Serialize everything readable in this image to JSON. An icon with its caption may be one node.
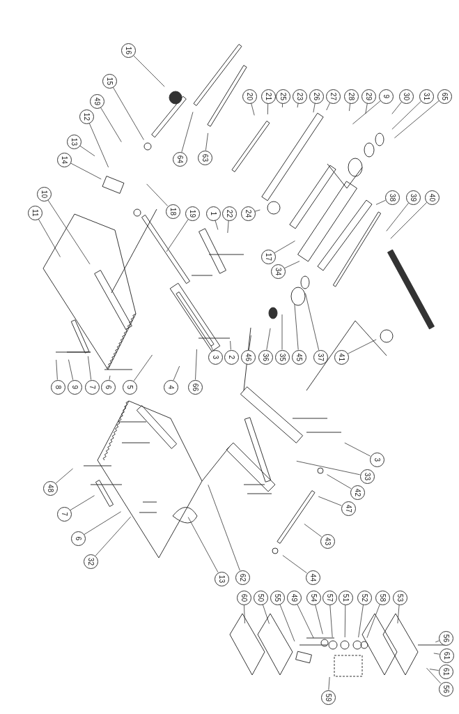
{
  "diagram": {
    "nodes": [
      {
        "text": [
          "16"
        ]
      },
      {
        "text": [
          "15"
        ]
      },
      {
        "text": [
          "49"
        ]
      },
      {
        "text": [
          "12"
        ]
      },
      {
        "text": [
          "13"
        ]
      },
      {
        "text": [
          "14"
        ]
      },
      {
        "text": [
          "10"
        ]
      },
      {
        "text": [
          "11"
        ]
      },
      {
        "text": [
          "64"
        ]
      },
      {
        "text": [
          "63"
        ]
      },
      {
        "text": [
          "18"
        ]
      },
      {
        "text": [
          "19"
        ]
      },
      {
        "text": [
          "1"
        ]
      },
      {
        "text": [
          "22"
        ]
      },
      {
        "text": [
          "20"
        ]
      },
      {
        "text": [
          "21"
        ]
      },
      {
        "text": [
          "25"
        ]
      },
      {
        "text": [
          "23"
        ]
      },
      {
        "text": [
          "26"
        ]
      },
      {
        "text": [
          "27"
        ]
      },
      {
        "text": [
          "28"
        ]
      },
      {
        "text": [
          "29"
        ]
      },
      {
        "text": [
          "9"
        ]
      },
      {
        "text": [
          "30"
        ]
      },
      {
        "text": [
          "31"
        ]
      },
      {
        "text": [
          "65"
        ]
      },
      {
        "text": [
          "24"
        ]
      },
      {
        "text": [
          "17"
        ]
      },
      {
        "text": [
          "34"
        ]
      },
      {
        "text": [
          "38"
        ]
      },
      {
        "text": [
          "39"
        ]
      },
      {
        "text": [
          "40"
        ]
      },
      {
        "text": [
          "3"
        ]
      },
      {
        "text": [
          "2"
        ]
      },
      {
        "text": [
          "46"
        ]
      },
      {
        "text": [
          "36"
        ]
      },
      {
        "text": [
          "35"
        ]
      },
      {
        "text": [
          "45"
        ]
      },
      {
        "text": [
          "37"
        ]
      },
      {
        "text": [
          "41"
        ]
      },
      {
        "text": [
          "8"
        ]
      },
      {
        "text": [
          "9"
        ]
      },
      {
        "text": [
          "7"
        ]
      },
      {
        "text": [
          "6"
        ]
      },
      {
        "text": [
          "5"
        ]
      },
      {
        "text": [
          "4"
        ]
      },
      {
        "text": [
          "66"
        ]
      },
      {
        "text": [
          "48"
        ]
      },
      {
        "text": [
          "7"
        ]
      },
      {
        "text": [
          "6"
        ]
      },
      {
        "text": [
          "32"
        ]
      },
      {
        "text": [
          "13"
        ]
      },
      {
        "text": [
          "62"
        ]
      },
      {
        "text": [
          "3"
        ]
      },
      {
        "text": [
          "33"
        ]
      },
      {
        "text": [
          "42"
        ]
      },
      {
        "text": [
          "47"
        ]
      },
      {
        "text": [
          "43"
        ]
      },
      {
        "text": [
          "44"
        ]
      },
      {
        "text": [
          "60"
        ]
      },
      {
        "text": [
          "50"
        ]
      },
      {
        "text": [
          "55"
        ]
      },
      {
        "text": [
          "49"
        ]
      },
      {
        "text": [
          "54"
        ]
      },
      {
        "text": [
          "57"
        ]
      },
      {
        "text": [
          "51"
        ]
      },
      {
        "text": [
          "52"
        ]
      },
      {
        "text": [
          "58"
        ]
      },
      {
        "text": [
          "53"
        ]
      },
      {
        "text": [
          "56"
        ]
      },
      {
        "text": [
          "61"
        ]
      },
      {
        "text": [
          "61"
        ]
      },
      {
        "text": [
          "56"
        ]
      },
      {
        "text": [
          "59"
        ]
      }
    ],
    "edges": [
      {
        "from": 0,
        "to": null,
        "arrow": "none"
      },
      {
        "from": 1,
        "to": null,
        "arrow": "none"
      },
      {
        "from": 2,
        "to": null,
        "arrow": "none"
      },
      {
        "from": 3,
        "to": null,
        "arrow": "none"
      },
      {
        "from": 4,
        "to": null,
        "arrow": "none"
      },
      {
        "from": 5,
        "to": null,
        "arrow": "none"
      },
      {
        "from": 6,
        "to": null,
        "arrow": "none"
      },
      {
        "from": 7,
        "to": null,
        "arrow": "none"
      },
      {
        "from": 8,
        "to": null,
        "arrow": "none"
      },
      {
        "from": 9,
        "to": null,
        "arrow": "none"
      },
      {
        "from": 10,
        "to": null,
        "arrow": "none"
      },
      {
        "from": 11,
        "to": null,
        "arrow": "none"
      },
      {
        "from": 12,
        "to": null,
        "arrow": "none"
      },
      {
        "from": 13,
        "to": null,
        "arrow": "none"
      },
      {
        "from": 14,
        "to": null,
        "arrow": "none"
      },
      {
        "from": 15,
        "to": null,
        "arrow": "none"
      },
      {
        "from": 16,
        "to": null,
        "arrow": "none"
      },
      {
        "from": 17,
        "to": null,
        "arrow": "none"
      },
      {
        "from": 18,
        "to": null,
        "arrow": "none"
      },
      {
        "from": 19,
        "to": null,
        "arrow": "none"
      },
      {
        "from": 20,
        "to": null,
        "arrow": "none"
      },
      {
        "from": 21,
        "to": null,
        "arrow": "none"
      },
      {
        "from": 22,
        "to": null,
        "arrow": "none"
      },
      {
        "from": 23,
        "to": null,
        "arrow": "none"
      },
      {
        "from": 24,
        "to": null,
        "arrow": "none"
      },
      {
        "from": 25,
        "to": null,
        "arrow": "none"
      },
      {
        "from": 26,
        "to": null,
        "arrow": "none"
      },
      {
        "from": 27,
        "to": null,
        "arrow": "none"
      },
      {
        "from": 28,
        "to": null,
        "arrow": "none"
      },
      {
        "from": 29,
        "to": null,
        "arrow": "none"
      },
      {
        "from": 30,
        "to": null,
        "arrow": "none"
      },
      {
        "from": 31,
        "to": null,
        "arrow": "none"
      },
      {
        "from": 32,
        "to": null,
        "arrow": "none"
      },
      {
        "from": 33,
        "to": null,
        "arrow": "none"
      },
      {
        "from": 34,
        "to": null,
        "arrow": "none"
      },
      {
        "from": 35,
        "to": null,
        "arrow": "none"
      },
      {
        "from": 36,
        "to": null,
        "arrow": "none"
      },
      {
        "from": 37,
        "to": null,
        "arrow": "none"
      },
      {
        "from": 38,
        "to": null,
        "arrow": "none"
      },
      {
        "from": 39,
        "to": null,
        "arrow": "none"
      },
      {
        "from": 40,
        "to": null,
        "arrow": "none"
      },
      {
        "from": 41,
        "to": null,
        "arrow": "none"
      },
      {
        "from": 42,
        "to": null,
        "arrow": "none"
      },
      {
        "from": 43,
        "to": null,
        "arrow": "none"
      },
      {
        "from": 44,
        "to": null,
        "arrow": "none"
      },
      {
        "from": 45,
        "to": null,
        "arrow": "none"
      },
      {
        "from": 46,
        "to": null,
        "arrow": "none"
      },
      {
        "from": 47,
        "to": null,
        "arrow": "none"
      },
      {
        "from": 48,
        "to": null,
        "arrow": "none"
      },
      {
        "from": 49,
        "to": null,
        "arrow": "none"
      },
      {
        "from": 50,
        "to": null,
        "arrow": "none"
      },
      {
        "from": 51,
        "to": null,
        "arrow": "none"
      },
      {
        "from": 52,
        "to": null,
        "arrow": "none"
      },
      {
        "from": 53,
        "to": null,
        "arrow": "none"
      },
      {
        "from": 54,
        "to": null,
        "arrow": "none"
      },
      {
        "from": 55,
        "to": null,
        "arrow": "none"
      },
      {
        "from": 56,
        "to": null,
        "arrow": "none"
      },
      {
        "from": 57,
        "to": null,
        "arrow": "none"
      },
      {
        "from": 58,
        "to": null,
        "arrow": "none"
      },
      {
        "from": 59,
        "to": null,
        "arrow": "none"
      },
      {
        "from": 60,
        "to": null,
        "arrow": "none"
      },
      {
        "from": 61,
        "to": null,
        "arrow": "none"
      },
      {
        "from": 62,
        "to": null,
        "arrow": "none"
      },
      {
        "from": 63,
        "to": null,
        "arrow": "none"
      },
      {
        "from": 64,
        "to": null,
        "arrow": "none"
      },
      {
        "from": 65,
        "to": null,
        "arrow": "none"
      },
      {
        "from": 66,
        "to": null,
        "arrow": "none"
      },
      {
        "from": 67,
        "to": null,
        "arrow": "none"
      },
      {
        "from": 68,
        "to": null,
        "arrow": "none"
      },
      {
        "from": 69,
        "to": null,
        "arrow": "none"
      },
      {
        "from": 70,
        "to": null,
        "arrow": "none"
      },
      {
        "from": 71,
        "to": null,
        "arrow": "none"
      },
      {
        "from": 72,
        "to": null,
        "arrow": "none"
      },
      {
        "from": 73,
        "to": null,
        "arrow": "none"
      }
    ]
  }
}
